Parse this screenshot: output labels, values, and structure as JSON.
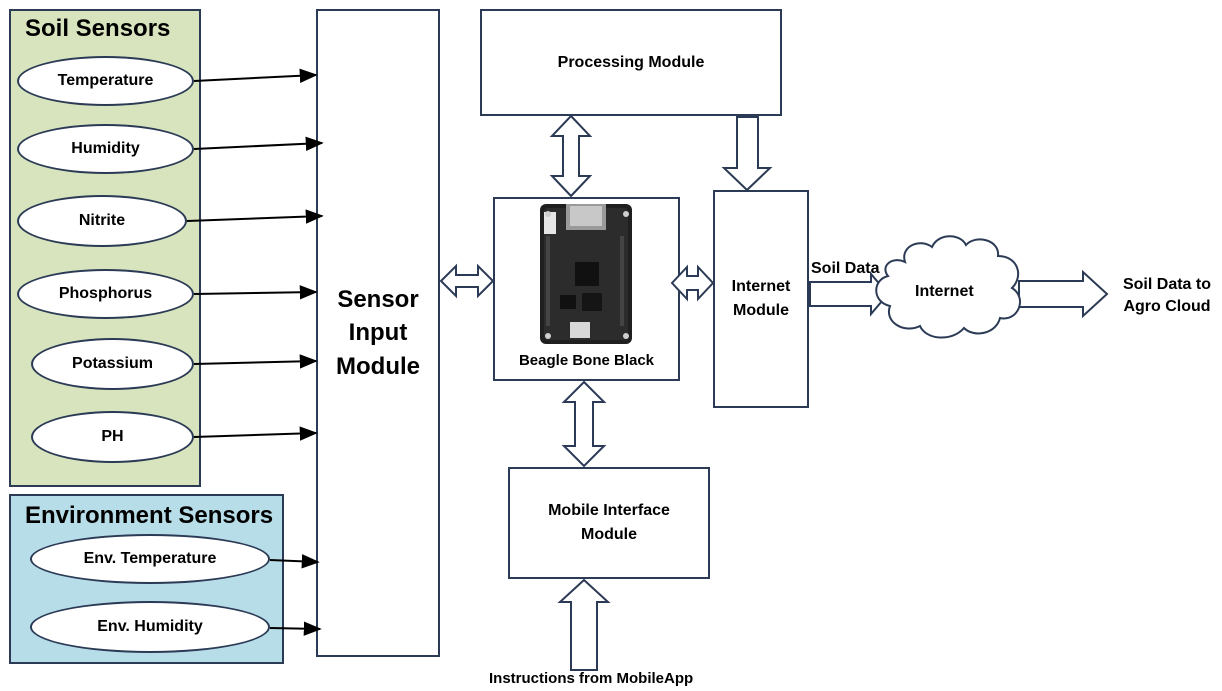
{
  "soil_panel": {
    "title": "Soil Sensors",
    "sensors": [
      "Temperature",
      "Humidity",
      "Nitrite",
      "Phosphorus",
      "Potassium",
      "PH"
    ],
    "background": "#d7e4bd"
  },
  "env_panel": {
    "title": "Environment Sensors",
    "sensors": [
      "Env. Temperature",
      "Env. Humidity"
    ],
    "background": "#b7dde8"
  },
  "modules": {
    "sensor_input": "Sensor Input Module",
    "processing": "Processing Module",
    "board": "Beagle Bone Black",
    "internet_module": "Internet Module",
    "mobile_interface": "Mobile Interface Module",
    "cloud": "Internet"
  },
  "labels": {
    "soil_data": "Soil Data",
    "agro_cloud": "Soil Data to Agro Cloud",
    "instructions": "Instructions from MobileApp"
  },
  "colors": {
    "border": "#2b3a55",
    "arrow": "#000000"
  }
}
